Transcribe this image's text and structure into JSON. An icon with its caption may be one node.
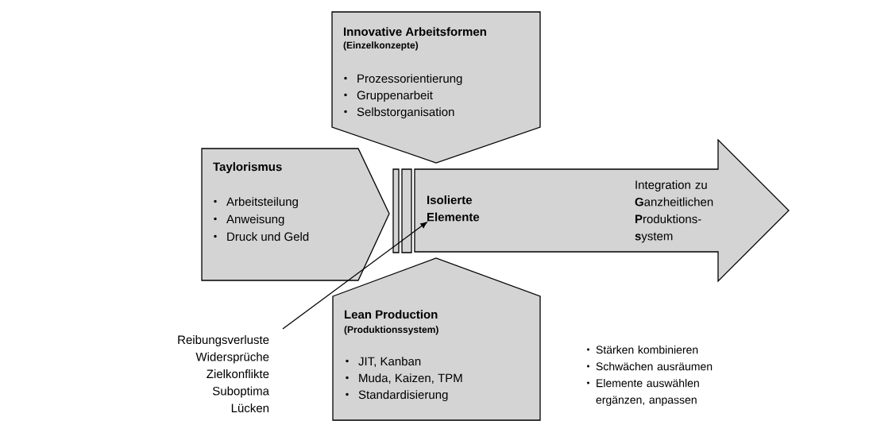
{
  "diagram": {
    "nodes": [
      {
        "text": [
          "Innovative Arbeitsformen",
          "(Einzelkonzepte)",
          "Prozessorientierung",
          "Gruppenarbeit",
          "Selbstorganisation"
        ]
      },
      {
        "text": [
          "Taylorismus",
          "Arbeitsteilung",
          "Anweisung",
          "Druck und Geld"
        ]
      },
      {
        "text": [
          "Integration zu **G**anzheitlichen **P**roduktions- **s**ystem"
        ]
      },
      {
        "text": [
          "Isolierte Elemente"
        ],
        "in": 2
      },
      {
        "text": [
          "Lean Production",
          "(Produktionssystem)",
          "JIT, Kanban",
          "Muda, Kaizen, TPM",
          "Standardisierung"
        ]
      },
      {
        "text": [
          "Reibungsverluste",
          "Widersprüche",
          "Zielkonflikte",
          "Suboptima",
          "Lücken"
        ]
      }
    ],
    "edges": [
      {
        "from": 5,
        "to": 3,
        "arrow": "to"
      }
    ],
    "labels": [
      "Stärken kombinieren",
      "Schwächen ausräumen",
      "Elemente auswählen ergänzen, anpassen"
    ]
  }
}
